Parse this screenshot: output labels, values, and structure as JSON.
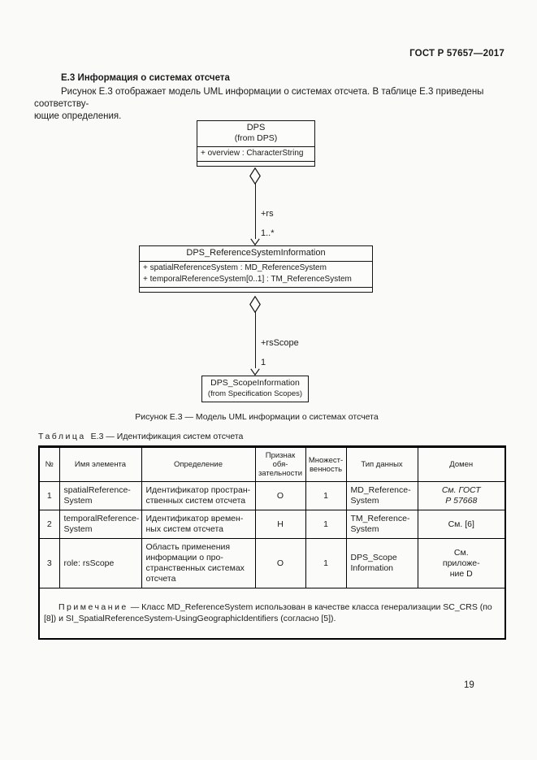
{
  "page": {
    "doc_number": "ГОСТ Р 57657—2017",
    "page_number": "19"
  },
  "section": {
    "heading": "Е.3 Информация о системах отсчета",
    "paragraph": "Рисунок Е.3 отображает модель UML информации о системах отсчета. В таблице Е.3 приведены соответству-\nющие определения."
  },
  "diagram": {
    "dps": {
      "name": "DPS",
      "stereotype": "(from DPS)",
      "attributes": [
        "+ overview : CharacterString"
      ]
    },
    "connector1": {
      "role": "+rs",
      "multiplicity": "1..*"
    },
    "rsi": {
      "name": "DPS_ReferenceSystemInformation",
      "attributes": [
        "+ spatialReferenceSystem : MD_ReferenceSystem",
        "+ temporalReferenceSystem[0..1] : TM_ReferenceSystem"
      ]
    },
    "connector2": {
      "role": "+rsScope",
      "multiplicity": "1"
    },
    "scope": {
      "name": "DPS_ScopeInformation",
      "stereotype": "(from Specification Scopes)"
    },
    "caption": "Рисунок Е.3 — Модель UML информации о системах отсчета"
  },
  "table": {
    "title_label": "Таблица",
    "title_rest": "Е.3 — Идентификация систем отсчета",
    "headers": [
      "№",
      "Имя элемента",
      "Определение",
      "Признак обя-\nзательности",
      "Множест-\nвенность",
      "Тип данных",
      "Домен"
    ],
    "rows": [
      {
        "num": "1",
        "name": "spatialReference-\nSystem",
        "definition": "Идентификатор простран-\nственных систем отсчета",
        "obligation": "О",
        "multiplicity": "1",
        "data_type": "MD_Reference-\nSystem",
        "domain": "См. ГОСТ\nР 57668"
      },
      {
        "num": "2",
        "name": "temporalReference-\nSystem",
        "definition": "Идентификатор времен-\nных систем отсчета",
        "obligation": "Н",
        "multiplicity": "1",
        "data_type": "TM_Reference-\nSystem",
        "domain": "См. [6]"
      },
      {
        "num": "3",
        "name": "role: rsScope",
        "definition": "Область применения\nинформации о про-\nстранственных системах\nотсчета",
        "obligation": "О",
        "multiplicity": "1",
        "data_type": "DPS_Scope\nInformation",
        "domain": "См.\nприложе-\nние D"
      }
    ],
    "note_label": "Примечание",
    "note_text": "—  Класс MD_ReferenceSystem использован в качестве класса генерализации SC_CRS (по [8]) и SI_SpatialReferenceSystem-UsingGeographicIdentifiers (согласно [5])."
  }
}
